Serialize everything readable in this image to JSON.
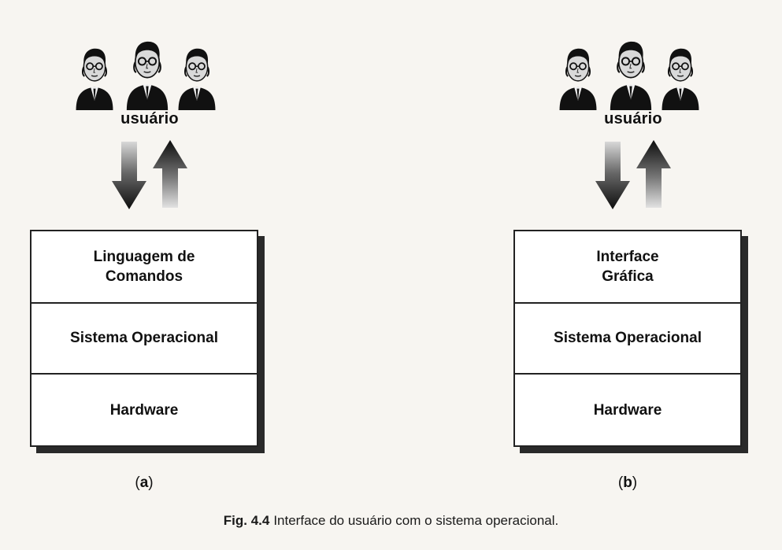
{
  "panels": [
    {
      "id": "a",
      "user_label": "usuário",
      "layers": {
        "top_line1": "Linguagem de",
        "top_line2": "Comandos",
        "middle": "Sistema Operacional",
        "bottom": "Hardware"
      },
      "sublabel_open": "(",
      "sublabel_letter": "a",
      "sublabel_close": ")"
    },
    {
      "id": "b",
      "user_label": "usuário",
      "layers": {
        "top_line1": "Interface",
        "top_line2": "Gráfica",
        "middle": "Sistema Operacional",
        "bottom": "Hardware"
      },
      "sublabel_open": "(",
      "sublabel_letter": "b",
      "sublabel_close": ")"
    }
  ],
  "caption": {
    "number": "Fig. 4.4",
    "text": "Interface do usuário com o sistema operacional."
  }
}
